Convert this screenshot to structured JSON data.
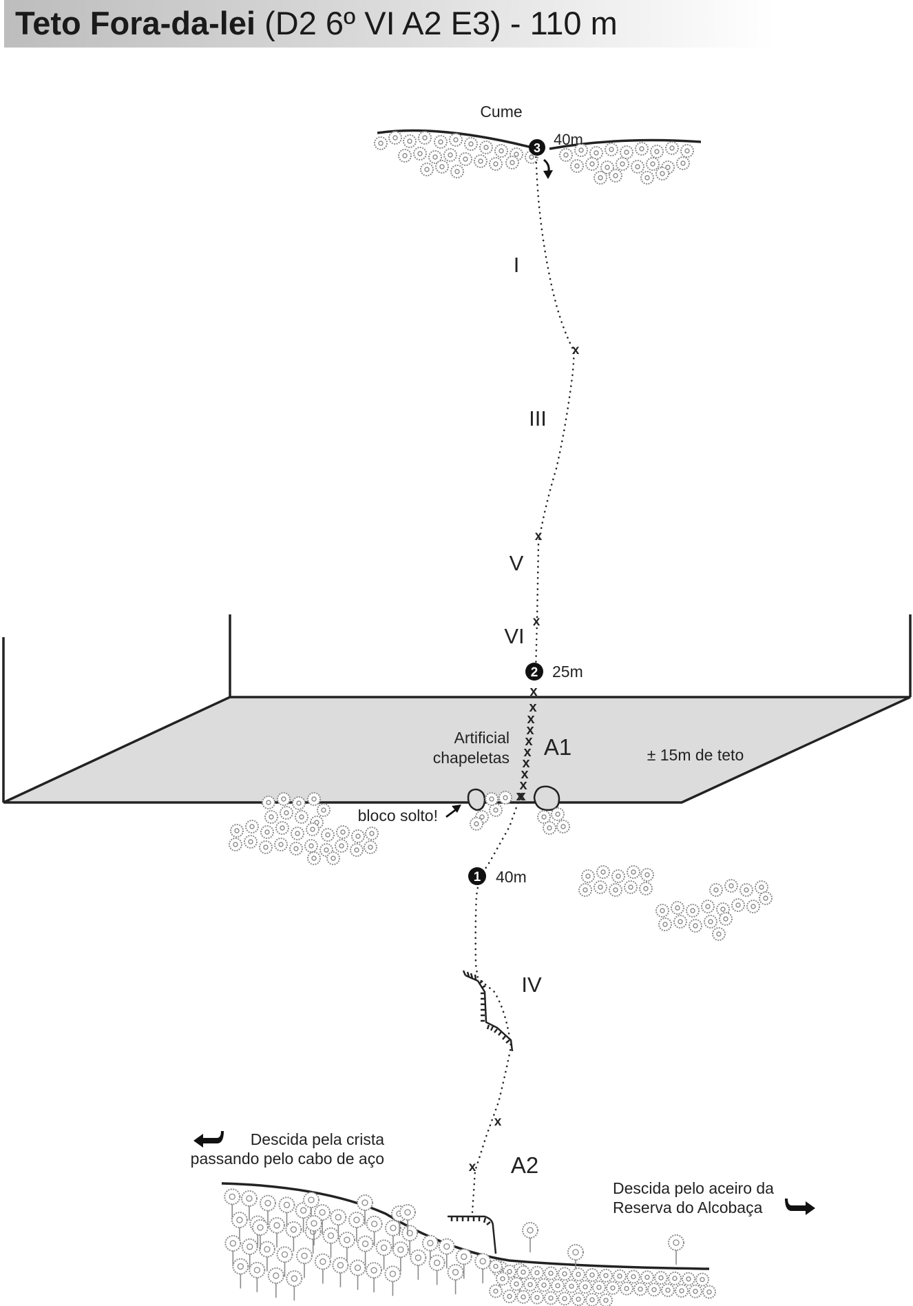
{
  "title": {
    "name": "Teto Fora-da-lei",
    "grade": "(D2 6º VI A2 E3) - 110 m"
  },
  "labels": {
    "summit": "Cume",
    "belay3": "3",
    "belay3_len": "40m",
    "belay2": "2",
    "belay2_len": "25m",
    "belay1": "1",
    "belay1_len": "40m",
    "grade_I": "I",
    "grade_III": "III",
    "grade_V": "V",
    "grade_VI": "VI",
    "grade_IV": "IV",
    "grade_A1": "A1",
    "grade_A2": "A2",
    "artificial_line1": "Artificial",
    "artificial_line2": "chapeletas",
    "roof_size": "± 15m de teto",
    "loose_block": "bloco solto!",
    "descent_left_line1": "Descida pela crista",
    "descent_left_line2": "passando pelo cabo de aço",
    "descent_right_line1": "Descida pelo aceiro da",
    "descent_right_line2": "Reserva do Alcobaça"
  },
  "colors": {
    "roof_fill": "#dcdcdc",
    "ink": "#222222",
    "vegetation": "#8a8a8a",
    "title_bar": "#c4c4c4"
  }
}
